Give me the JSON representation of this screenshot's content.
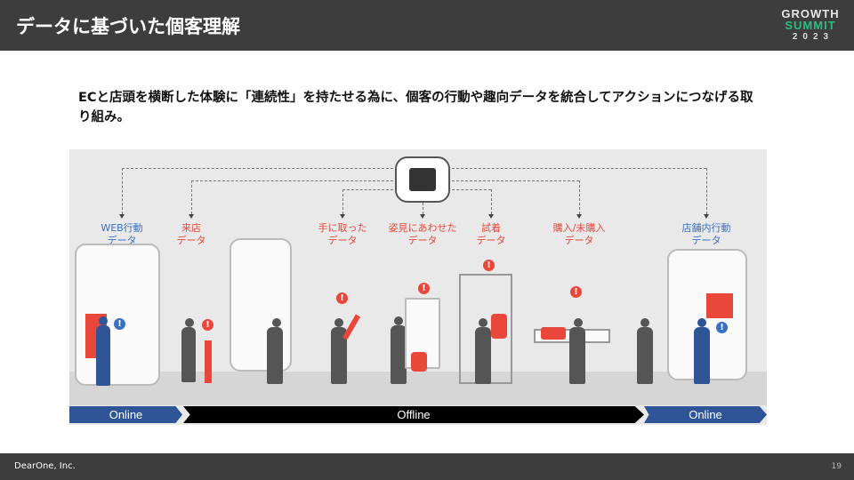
{
  "header": {
    "title": "データに基づいた個客理解",
    "logo": {
      "line1": "GROWTH",
      "line2": "SUMMIT",
      "line3": "2023"
    }
  },
  "lead": "ECと店頭を横断した体験に「連続性」を持たせる為に、個客の行動や趣向データを統合してアクションにつなげる取り組み。",
  "diagram": {
    "labels": [
      {
        "line1": "WEB行動",
        "line2": "データ",
        "color": "#3a6fc6"
      },
      {
        "line1": "来店",
        "line2": "データ",
        "color": "#e8473a"
      },
      {
        "line1": "手に取った",
        "line2": "データ",
        "color": "#e8473a"
      },
      {
        "line1": "姿見にあわせた",
        "line2": "データ",
        "color": "#e8473a"
      },
      {
        "line1": "試着",
        "line2": "データ",
        "color": "#e8473a"
      },
      {
        "line1": "購入/未購入",
        "line2": "データ",
        "color": "#e8473a"
      },
      {
        "line1": "店舗内行動",
        "line2": "データ",
        "color": "#3a6fc6"
      }
    ],
    "bands": [
      {
        "label": "Online",
        "color": "#2f5597"
      },
      {
        "label": "Offline",
        "color": "#000000"
      },
      {
        "label": "Online",
        "color": "#2f5597"
      }
    ]
  },
  "footer": {
    "company": "DearOne, Inc.",
    "page": "19"
  }
}
